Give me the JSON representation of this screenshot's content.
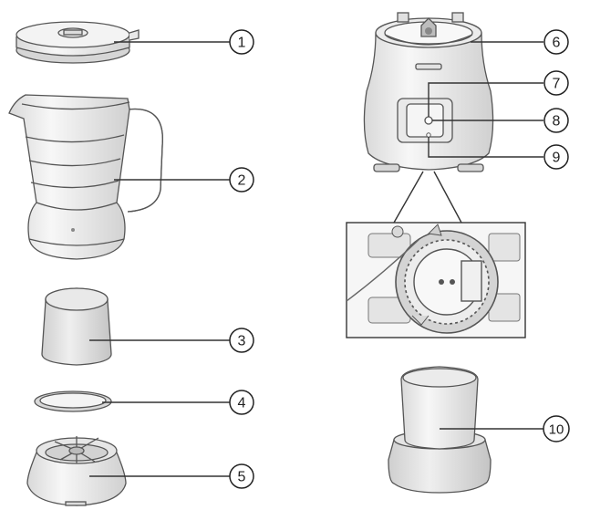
{
  "callouts": [
    {
      "id": "1"
    },
    {
      "id": "2"
    },
    {
      "id": "3"
    },
    {
      "id": "4"
    },
    {
      "id": "5"
    },
    {
      "id": "6"
    },
    {
      "id": "7"
    },
    {
      "id": "8"
    },
    {
      "id": "9"
    },
    {
      "id": "10"
    }
  ],
  "colors": {
    "outline": "#555555",
    "fill_light": "#f2f2f2",
    "fill_mid": "#e3e3e3",
    "fill_dark": "#cfcfcf"
  }
}
